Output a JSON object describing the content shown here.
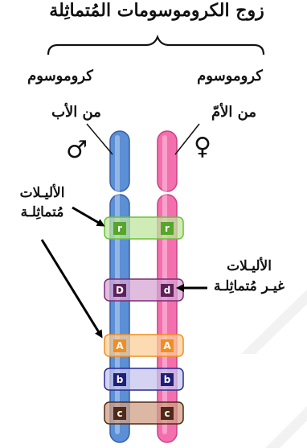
{
  "title": "زوج الكروموسومات المُتماثِلة",
  "paternal": {
    "line1": "كروموسوم",
    "line2": "من الأب",
    "symbol": "♂",
    "color": "#5b8fd6"
  },
  "maternal": {
    "line1": "كروموسوم",
    "line2": "من الأمّ",
    "symbol": "♀",
    "color": "#f46fae"
  },
  "homozygous_label": {
    "line1": "الأليـلات",
    "line2": "مُتماثِلـة"
  },
  "heterozygous_label": {
    "line1": "الأليـلات",
    "line2": "غيـر مُتماثِلـة"
  },
  "alleles": [
    {
      "left": "r",
      "right": "r",
      "color": "#55a629"
    },
    {
      "left": "D",
      "right": "d",
      "color": "#5e2058"
    },
    {
      "left": "A",
      "right": "A",
      "color": "#ef8e22"
    },
    {
      "left": "b",
      "right": "b",
      "color": "#1f1f7a"
    },
    {
      "left": "c",
      "right": "c",
      "color": "#4f2a16"
    }
  ]
}
